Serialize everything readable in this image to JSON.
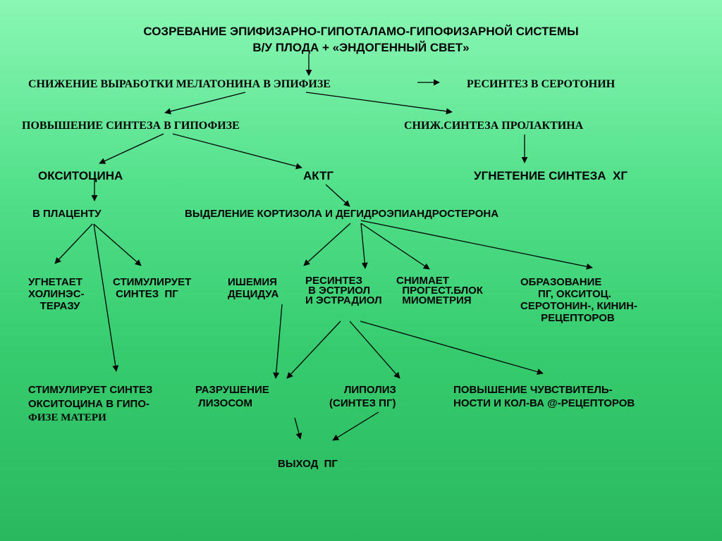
{
  "title": {
    "line1": "СОЗРЕВАНИЕ ЭПИФИЗАРНО-ГИПОТАЛАМО-ГИПОФИЗАРНОЙ СИСТЕМЫ",
    "line2": "В/У ПЛОДА + «ЭНДОГЕННЫЙ СВЕТ»"
  },
  "nodes": {
    "melatonin": "СНИЖЕНИЕ ВЫРАБОТКИ МЕЛАТОНИНА В ЭПИФИЗЕ",
    "serotonin": "РЕСИНТЕЗ В СЕРОТОНИН",
    "hypophysis": "ПОВЫШЕНИЕ СИНТЕЗА В ГИПОФИЗЕ",
    "prolactin": "СНИЖ.СИНТЕЗА ПРОЛАКТИНА",
    "oxytocin": "ОКСИТОЦИНА",
    "actg": "АКТГ",
    "hg": "УГНЕТЕНИЕ СИНТЕЗА  ХГ",
    "placenta": "В ПЛАЦЕНТУ",
    "cortisol": "ВЫДЕЛЕНИЕ КОРТИЗОЛА И ДЕГИДРОЭПИАНДРОСТЕРОНА",
    "cholinesterase": "УГНЕТАЕТ\nХОЛИНЭС-\n    ТЕРАЗУ",
    "pg_synthesis": "СТИМУЛИРУЕТ\n СИНТЕЗ  ПГ",
    "ischemia": "ИШЕМИЯ\nДЕЦИДУА",
    "estriol": "РЕСИНТЕЗ\n В ЭСТРИОЛ\nИ ЭСТРАДИОЛ",
    "progest": "СНИМАЕТ\n  ПРОГЕСТ.БЛОК\n  МИОМЕТРИЯ",
    "receptors": "ОБРАЗОВАНИЕ\n      ПГ, ОКСИТОЦ.\nСЕРОТОНИН-, КИНИН-\n       РЕЦЕПТОРОВ",
    "stim_oxytocin_1": "СТИМУЛИРУЕТ СИНТЕЗ",
    "stim_oxytocin_2": "ОКСИТОЦИНА В ГИПО-",
    "stim_oxytocin_3": "ФИЗЕ МАТЕРИ",
    "lysosomes": "РАЗРУШЕНИЕ\n ЛИЗОСОМ",
    "lipolysis": "     ЛИПОЛИЗ\n(СИНТЕЗ ПГ)",
    "sensitivity": "ПОВЫШЕНИЕ ЧУВСТВИТЕЛЬ-\nНОСТИ И КОЛ-ВА @-РЕЦЕПТОРОВ",
    "pg_exit": "ВЫХОД  ПГ"
  }
}
